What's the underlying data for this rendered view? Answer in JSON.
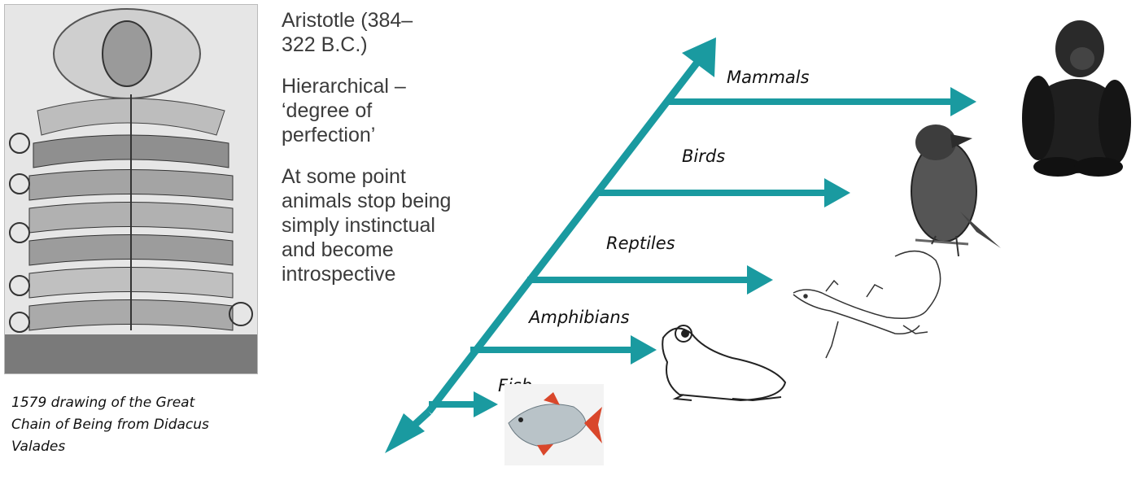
{
  "text": {
    "title_line1": "Aristotle (384–",
    "title_line2": "322 B.C.)",
    "point1_line1": "Hierarchical –",
    "point1_line2": "‘degree of",
    "point1_line3": "perfection’",
    "point2_line1": "At some point",
    "point2_line2": "animals stop being",
    "point2_line3": "simply instinctual",
    "point2_line4": "and become",
    "point2_line5": "introspective",
    "caption_line1": "1579 drawing of the Great",
    "caption_line2": "Chain of Being from Didacus",
    "caption_line3": "Valades"
  },
  "groups": {
    "mammals": "Mammals",
    "birds": "Birds",
    "reptiles": "Reptiles",
    "amphibians": "Amphibians",
    "fish": "Fish"
  },
  "colors": {
    "arrow": "#1a9aa0",
    "text": "#3b3b3b",
    "caption": "#111111"
  },
  "icons": {
    "engraving": "great-chain-engraving",
    "gorilla": "gorilla-illustration",
    "crow": "crow-illustration",
    "lizard": "lizard-illustration",
    "frog": "frog-illustration",
    "fish": "fish-illustration"
  }
}
